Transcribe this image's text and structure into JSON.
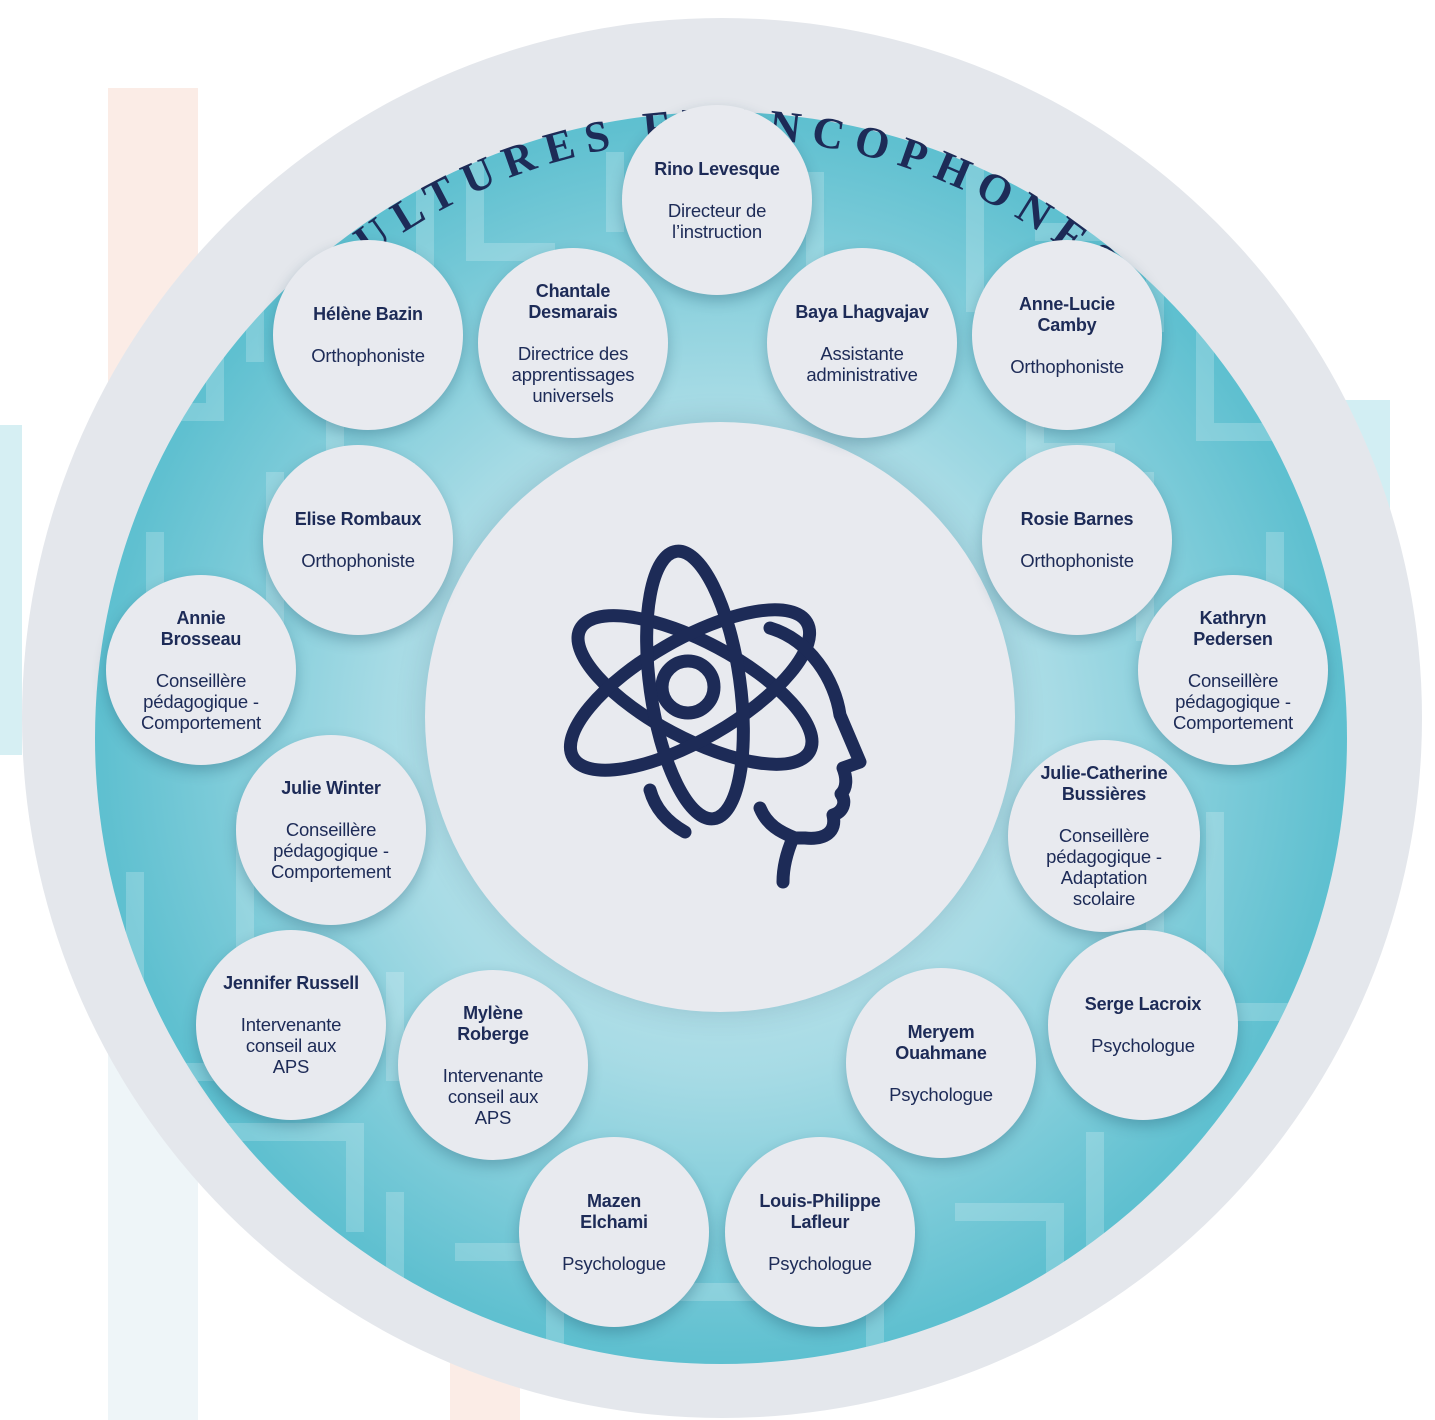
{
  "title": "CULTURES FRANCOPHONES",
  "colors": {
    "navy": "#1d2b57",
    "teal": "#3fb0c3",
    "light_circle": "#e8eaef",
    "outer_ring": "#e4e7ec"
  },
  "center_icon": "brain-atom-head-icon",
  "members": [
    {
      "name": "Rino Levesque",
      "role": "Directeur de\nl’instruction"
    },
    {
      "name": "Chantale\nDesmarais",
      "role": "Directrice des\napprentissages\nuniversels"
    },
    {
      "name": "Baya Lhagvajav",
      "role": "Assistante\nadministrative"
    },
    {
      "name": "Hélène Bazin",
      "role": "Orthophoniste"
    },
    {
      "name": "Anne-Lucie\nCamby",
      "role": "Orthophoniste"
    },
    {
      "name": "Elise Rombaux",
      "role": "Orthophoniste"
    },
    {
      "name": "Rosie Barnes",
      "role": "Orthophoniste"
    },
    {
      "name": "Annie\nBrosseau",
      "role": "Conseillère\npédagogique -\nComportement"
    },
    {
      "name": "Kathryn\nPedersen",
      "role": "Conseillère\npédagogique -\nComportement"
    },
    {
      "name": "Julie Winter",
      "role": "Conseillère\npédagogique -\nComportement"
    },
    {
      "name": "Julie-Catherine\nBussières",
      "role": "Conseillère\npédagogique -\nAdaptation\nscolaire"
    },
    {
      "name": "Jennifer Russell",
      "role": "Intervenante\nconseil aux\nAPS"
    },
    {
      "name": "Mylène\nRoberge",
      "role": "Intervenante\nconseil aux\nAPS"
    },
    {
      "name": "Serge Lacroix",
      "role": "Psychologue"
    },
    {
      "name": "Meryem\nOuahmane",
      "role": "Psychologue"
    },
    {
      "name": "Mazen\nElchami",
      "role": "Psychologue"
    },
    {
      "name": "Louis-Philippe\nLafleur",
      "role": "Psychologue"
    }
  ]
}
